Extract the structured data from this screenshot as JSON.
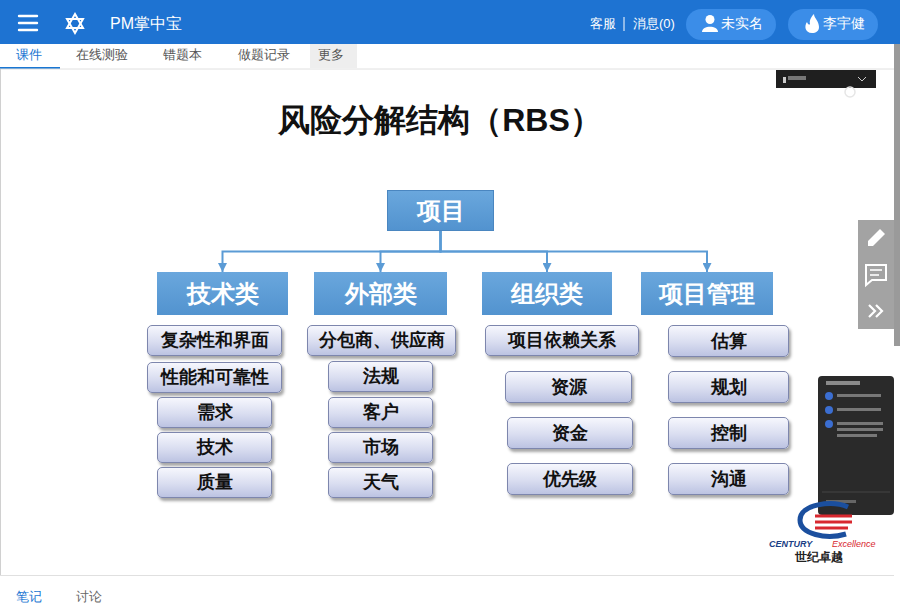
{
  "diagram": {
    "title": "风险分解结构（RBS）",
    "nodes": [
      {
        "text": [
          "项目"
        ]
      },
      {
        "text": [
          "技术类"
        ]
      },
      {
        "text": [
          "外部类"
        ]
      },
      {
        "text": [
          "组织类"
        ]
      },
      {
        "text": [
          "项目管理"
        ]
      },
      {
        "text": [
          "复杂性和界面"
        ]
      },
      {
        "text": [
          "性能和可靠性"
        ]
      },
      {
        "text": [
          "需求"
        ]
      },
      {
        "text": [
          "技术"
        ]
      },
      {
        "text": [
          "质量"
        ]
      },
      {
        "text": [
          "分包商、供应商"
        ]
      },
      {
        "text": [
          "法规"
        ]
      },
      {
        "text": [
          "客户"
        ]
      },
      {
        "text": [
          "市场"
        ]
      },
      {
        "text": [
          "天气"
        ]
      },
      {
        "text": [
          "项目依赖关系"
        ]
      },
      {
        "text": [
          "资源"
        ]
      },
      {
        "text": [
          "资金"
        ]
      },
      {
        "text": [
          "优先级"
        ]
      },
      {
        "text": [
          "估算"
        ]
      },
      {
        "text": [
          "规划"
        ]
      },
      {
        "text": [
          "控制"
        ]
      },
      {
        "text": [
          "沟通"
        ]
      }
    ],
    "edges": [
      {
        "from": 0,
        "to": 1,
        "arrow": "to"
      },
      {
        "from": 0,
        "to": 2,
        "arrow": "to"
      },
      {
        "from": 0,
        "to": 3,
        "arrow": "to"
      },
      {
        "from": 0,
        "to": 4,
        "arrow": "to"
      }
    ],
    "labels": [
      "PM掌中宝",
      "客服",
      "消息(0)",
      "未实名",
      "李宇健",
      "课件",
      "在线测验",
      "错题本",
      "做题记录",
      "更多",
      "CENTURY",
      "Excellence",
      "世纪卓越",
      "笔记",
      "讨论"
    ]
  }
}
